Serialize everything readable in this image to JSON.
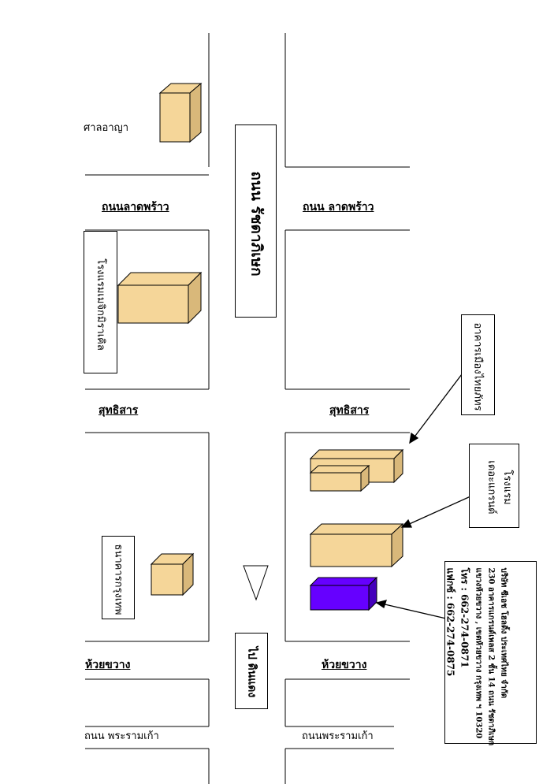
{
  "roads": {
    "lat_phrao_left": "ถนนลาดพร้าว",
    "lat_phrao_right": "ถนน ลาดพร้าว",
    "sutthisan_left": "สุทธิสาร",
    "sutthisan_right": "สุทธิสาร",
    "huai_khwang_left": "ห้วยขวาง",
    "huai_khwang_right": "ห้วยขวาง",
    "rama9_left": "ถนน พระรามเก้า",
    "rama9_right": "ถนนพระรามเก้า",
    "ratchadaphisek": "ถนน รัชดาภิเษก",
    "to_dindaeng": "ไป ดินแดง"
  },
  "places": {
    "court": "ศาลอาญา",
    "miracle_hotel": "โรงแรมเมจิกมิราเคิล",
    "bank": "ธนาคารกรุงเทพ",
    "muang_thai_building": "อาคารเมืองไทยภัทร",
    "grand_hotel_line1": "โรงแรม",
    "grand_hotel_line2": "เดอะแกรนด์"
  },
  "company": {
    "name": "บริษัท ซีเอช โฮลดิ้ง ประเทศไทย จำกัด",
    "address1": "230 อาคารแกรนด์เพลส 2 ชั้น 14 ถนน รัชดาภิเษก",
    "address2": "แขวงห้วยขวาง , เขตห้วยขวาง กรุงเทพ ฯ 10320",
    "phone": "โทร : 662-274-0871",
    "fax": "แฟกซ์ : 662-274-0875"
  },
  "colors": {
    "building": "#f5d699",
    "building_side": "#d9b87a",
    "target_building": "#6600ff",
    "target_side": "#4400bb"
  }
}
